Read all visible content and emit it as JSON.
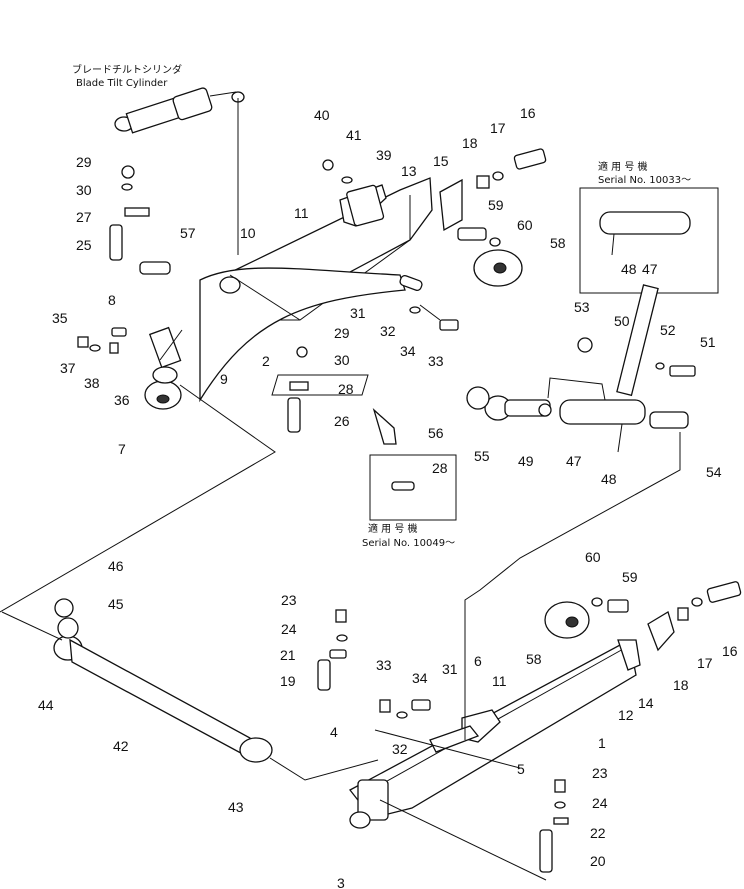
{
  "captions": {
    "blade_tilt_jp": "ブレードチルトシリンダ",
    "blade_tilt_en": "Blade Tilt Cylinder",
    "serial_top_jp": "適 用 号 機",
    "serial_top_en": "Serial No. 10033～",
    "serial_mid_jp": "適 用 号 機",
    "serial_mid_en": "Serial No. 10049～"
  },
  "part_numbers": [
    "1",
    "2",
    "3",
    "4",
    "5",
    "6",
    "7",
    "8",
    "9",
    "10",
    "11",
    "11",
    "12",
    "13",
    "14",
    "15",
    "16",
    "16",
    "17",
    "17",
    "18",
    "18",
    "19",
    "20",
    "21",
    "22",
    "23",
    "23",
    "24",
    "24",
    "25",
    "26",
    "27",
    "28",
    "28",
    "29",
    "29",
    "30",
    "30",
    "31",
    "31",
    "32",
    "32",
    "33",
    "33",
    "34",
    "34",
    "35",
    "36",
    "37",
    "38",
    "39",
    "40",
    "41",
    "42",
    "43",
    "44",
    "45",
    "46",
    "47",
    "47",
    "48",
    "48",
    "49",
    "50",
    "51",
    "52",
    "53",
    "54",
    "55",
    "56",
    "57",
    "58",
    "58",
    "59",
    "59",
    "60",
    "60"
  ]
}
